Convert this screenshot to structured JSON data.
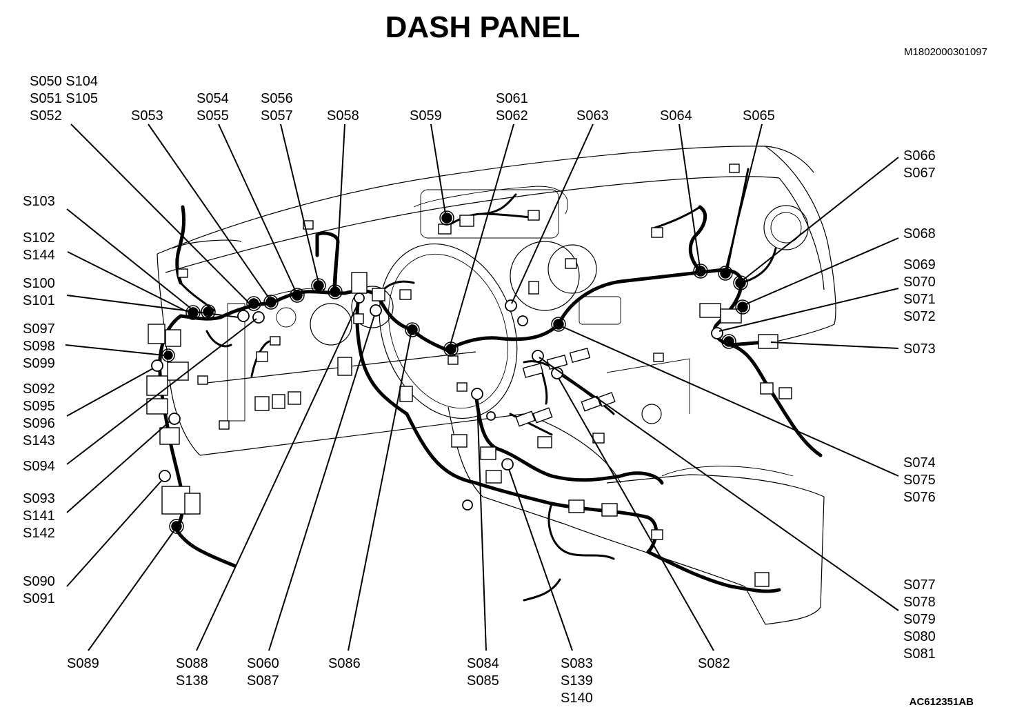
{
  "title": "DASH PANEL",
  "figure_code": "M1802000301097",
  "art_code": "AC612351AB",
  "labels": [
    {
      "id": "s050",
      "lines": [
        "S050 S104",
        "S051 S105",
        "S052"
      ]
    },
    {
      "id": "s053",
      "lines": [
        "S053"
      ]
    },
    {
      "id": "s054",
      "lines": [
        "S054",
        "S055"
      ]
    },
    {
      "id": "s056",
      "lines": [
        "S056",
        "S057"
      ]
    },
    {
      "id": "s058",
      "lines": [
        "S058"
      ]
    },
    {
      "id": "s059",
      "lines": [
        "S059"
      ]
    },
    {
      "id": "s061",
      "lines": [
        "S061",
        "S062"
      ]
    },
    {
      "id": "s063",
      "lines": [
        "S063"
      ]
    },
    {
      "id": "s064",
      "lines": [
        "S064"
      ]
    },
    {
      "id": "s065",
      "lines": [
        "S065"
      ]
    },
    {
      "id": "s066",
      "lines": [
        "S066",
        "S067"
      ]
    },
    {
      "id": "s068",
      "lines": [
        "S068"
      ]
    },
    {
      "id": "s069",
      "lines": [
        "S069",
        "S070",
        "S071",
        "S072"
      ]
    },
    {
      "id": "s073",
      "lines": [
        "S073"
      ]
    },
    {
      "id": "s074",
      "lines": [
        "S074",
        "S075",
        "S076"
      ]
    },
    {
      "id": "s077",
      "lines": [
        "S077",
        "S078",
        "S079",
        "S080",
        "S081"
      ]
    },
    {
      "id": "s103",
      "lines": [
        "S103"
      ]
    },
    {
      "id": "s102",
      "lines": [
        "S102",
        "S144"
      ]
    },
    {
      "id": "s100",
      "lines": [
        "S100",
        "S101"
      ]
    },
    {
      "id": "s097",
      "lines": [
        "S097",
        "S098",
        "S099"
      ]
    },
    {
      "id": "s092",
      "lines": [
        "S092",
        "S095",
        "S096",
        "S143"
      ]
    },
    {
      "id": "s094",
      "lines": [
        "S094"
      ]
    },
    {
      "id": "s093",
      "lines": [
        "S093",
        "S141",
        "S142"
      ]
    },
    {
      "id": "s090",
      "lines": [
        "S090",
        "S091"
      ]
    },
    {
      "id": "s089",
      "lines": [
        "S089"
      ]
    },
    {
      "id": "s088",
      "lines": [
        "S088",
        "S138"
      ]
    },
    {
      "id": "s060",
      "lines": [
        "S060",
        "S087"
      ]
    },
    {
      "id": "s086",
      "lines": [
        "S086"
      ]
    },
    {
      "id": "s084",
      "lines": [
        "S084",
        "S085"
      ]
    },
    {
      "id": "s083",
      "lines": [
        "S083",
        "S139",
        "S140"
      ]
    },
    {
      "id": "s082",
      "lines": [
        "S082"
      ]
    }
  ]
}
